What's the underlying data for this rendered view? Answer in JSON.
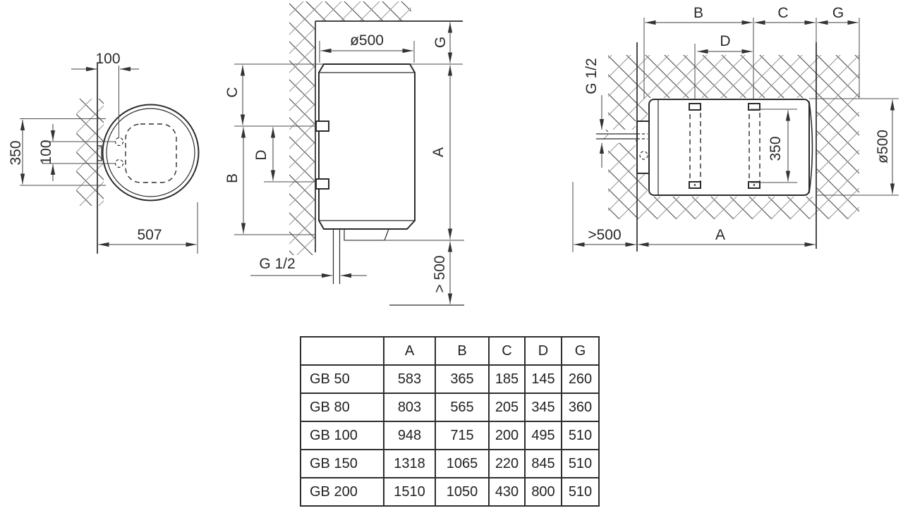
{
  "colors": {
    "background": "#ffffff",
    "line": "#2b2b2b",
    "hatch_dark": "#4a4a4a",
    "hatch_light": "#9b9b9b"
  },
  "views": {
    "top": {
      "wall_offset": "100",
      "hole_span": "350",
      "hole_gap": "100",
      "depth": "507"
    },
    "front": {
      "diameter": "ø500",
      "top_clearance": "G",
      "c": "C",
      "d": "D",
      "b": "B",
      "height": "A",
      "pipe_thread": "G 1/2",
      "bottom_clearance": "> 500"
    },
    "side": {
      "b": "B",
      "c": "C",
      "g": "G",
      "d": "D",
      "pipe_thread": "G 1/2",
      "strap_span": "350",
      "diameter": "ø500",
      "side_clearance": ">500",
      "length": "A"
    }
  },
  "table": {
    "headers": [
      "",
      "A",
      "B",
      "C",
      "D",
      "G"
    ],
    "rows": [
      {
        "model": "GB 50",
        "values": [
          "583",
          "365",
          "185",
          "145",
          "260"
        ]
      },
      {
        "model": "GB 80",
        "values": [
          "803",
          "565",
          "205",
          "345",
          "360"
        ]
      },
      {
        "model": "GB 100",
        "values": [
          "948",
          "715",
          "200",
          "495",
          "510"
        ]
      },
      {
        "model": "GB 150",
        "values": [
          "1318",
          "1065",
          "220",
          "845",
          "510"
        ]
      },
      {
        "model": "GB 200",
        "values": [
          "1510",
          "1050",
          "430",
          "800",
          "510"
        ]
      }
    ]
  }
}
